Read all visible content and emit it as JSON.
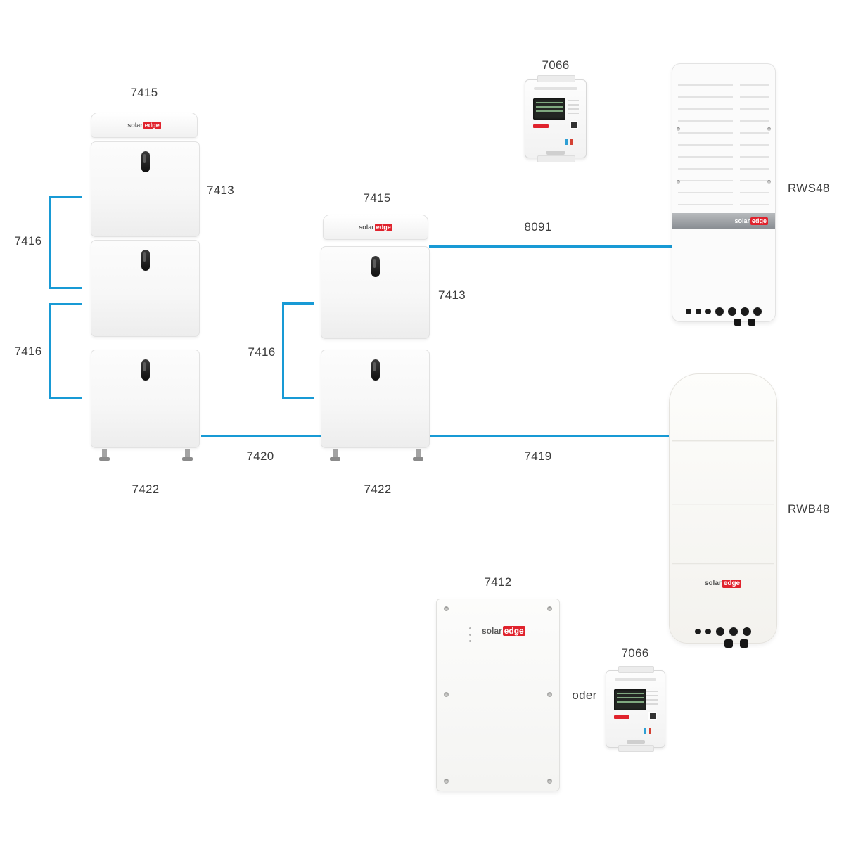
{
  "colors": {
    "line": "#189ad5",
    "brand_red": "#e0232d",
    "text": "#3d3d3d"
  },
  "brand": {
    "solar": "solar",
    "edge": "edge"
  },
  "labels": {
    "left_stack": {
      "top_cover": "7415",
      "module": "7413",
      "cable_1": "7416",
      "cable_2": "7416",
      "base": "7422"
    },
    "mid_stack": {
      "top_cover": "7415",
      "module": "7413",
      "cable": "7416",
      "base": "7422"
    },
    "meter_top": "7066",
    "meter_bottom": "7066",
    "inverter": "RWS48",
    "battery": "RWB48",
    "backup_interface": "7412",
    "cable_inverter": "8091",
    "cable_stack_link": "7420",
    "cable_battery": "7419",
    "alternative": "oder"
  }
}
